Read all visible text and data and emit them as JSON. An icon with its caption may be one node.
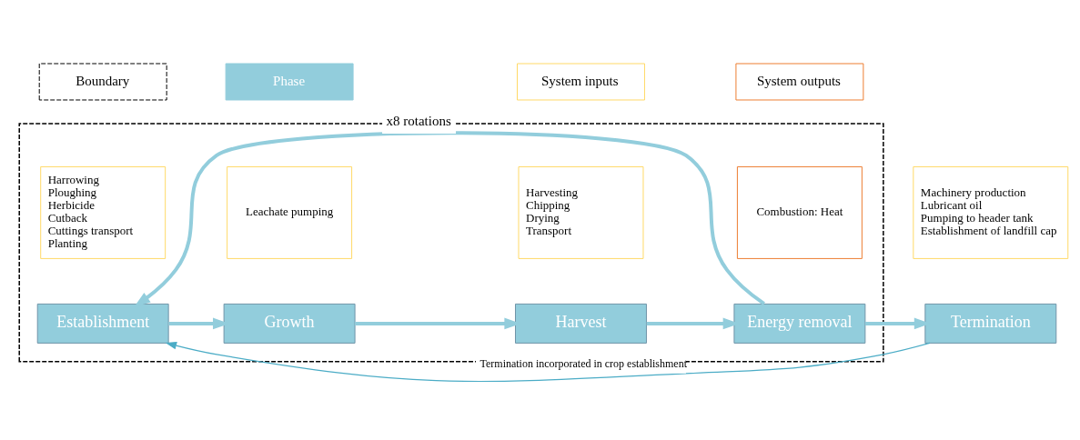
{
  "diagram": {
    "nodes": [
      {
        "text": [],
        "shape": "box"
      },
      {
        "text": [
          "Establishment"
        ],
        "in": 0
      },
      {
        "text": [
          "Harrowing",
          "Ploughing",
          "Herbicide",
          "Cutback",
          "Cuttings transport",
          "Planting"
        ],
        "in": 0
      },
      {
        "text": [
          "Growth"
        ],
        "in": 0
      },
      {
        "text": [
          "Leachate pumping"
        ],
        "in": 0
      },
      {
        "text": [
          "Harvest"
        ],
        "in": 0
      },
      {
        "text": [
          "Harvesting",
          "Chipping",
          "Drying",
          "Transport"
        ],
        "in": 0
      },
      {
        "text": [
          "Energy removal"
        ],
        "in": 0
      },
      {
        "text": [
          "Combustion: Heat"
        ],
        "in": 0
      },
      {
        "text": [
          "Termination"
        ]
      },
      {
        "text": [
          "Machinery production",
          "Lubricant oil",
          "Pumping to header tank",
          "Establishment of landfill cap"
        ]
      }
    ],
    "edges": [
      {
        "from": 1,
        "to": 3,
        "arrow": "to"
      },
      {
        "from": 3,
        "to": 5,
        "arrow": "to"
      },
      {
        "from": 5,
        "to": 7,
        "arrow": "to"
      },
      {
        "from": 7,
        "to": 9,
        "arrow": "to"
      },
      {
        "from": 7,
        "to": 1,
        "arrow": "to",
        "label": "x8 rotations"
      },
      {
        "from": 9,
        "to": 1,
        "arrow": "to",
        "color": "#4bacc6",
        "label": "Termination incorporated in crop establishment"
      }
    ],
    "legend": [
      {
        "text": "Boundary"
      },
      {
        "text": "Phase",
        "color": "#92cddc"
      },
      {
        "text": "System inputs"
      },
      {
        "text": "System outputs"
      }
    ]
  }
}
